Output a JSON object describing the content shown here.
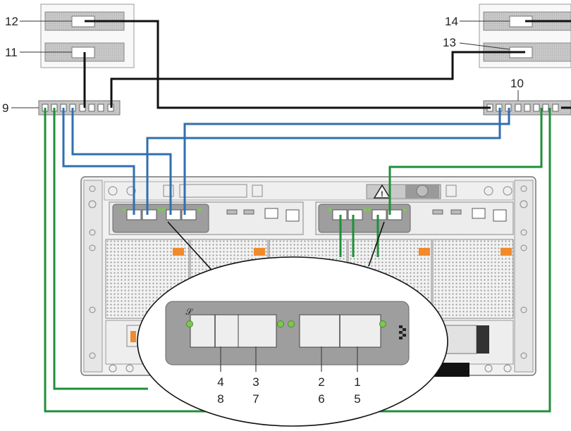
{
  "callouts": {
    "c1": "1",
    "c2": "2",
    "c3": "3",
    "c4": "4",
    "c5": "5",
    "c6": "6",
    "c7": "7",
    "c8": "8",
    "c9": "9",
    "c10": "10",
    "c11": "11",
    "c12": "12",
    "c13": "13",
    "c14": "14"
  },
  "colors": {
    "cable_black": "#111111",
    "cable_blue": "#2f6fb0",
    "cable_green": "#1f8f3a",
    "port_led": "#7ec850",
    "warning_orange": "#f08a2c"
  },
  "icons": [
    "warning-icon",
    "network-icon",
    "lock-icon"
  ]
}
